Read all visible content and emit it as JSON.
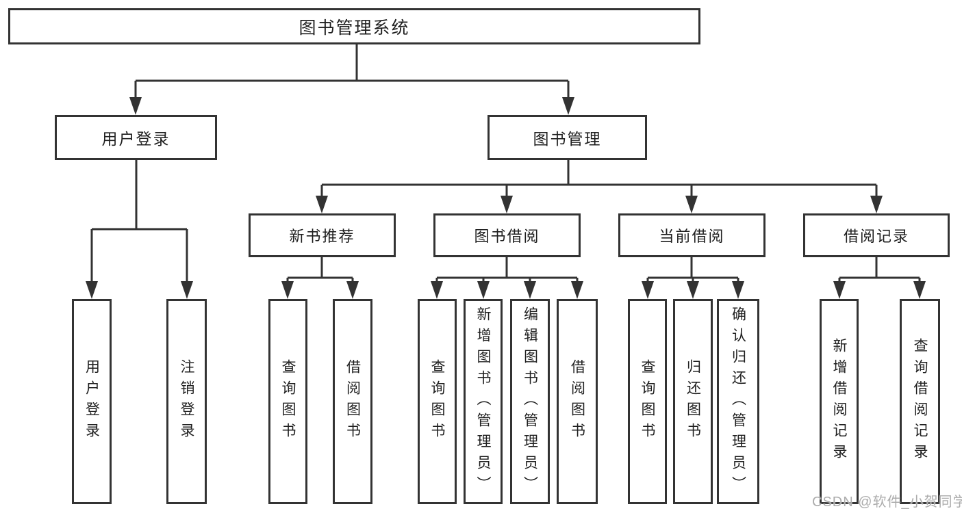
{
  "diagram": {
    "title": "图书管理系统",
    "type": "hierarchy-tree"
  },
  "nodes": {
    "root": {
      "label": "图书管理系统"
    },
    "user_login": {
      "label": "用户登录"
    },
    "book_mgmt": {
      "label": "图书管理"
    },
    "login_leaf": {
      "label": "用户登录"
    },
    "logout_leaf": {
      "label": "注销登录"
    },
    "new_book_rec": {
      "label": "新书推荐"
    },
    "book_borrow": {
      "label": "图书借阅"
    },
    "current_borrow": {
      "label": "当前借阅"
    },
    "borrow_record": {
      "label": "借阅记录"
    },
    "nbr_query": {
      "label": "查询图书"
    },
    "nbr_borrow": {
      "label": "借阅图书"
    },
    "bb_query": {
      "label": "查询图书"
    },
    "bb_add": {
      "label": "新增图书（管理员）"
    },
    "bb_edit": {
      "label": "编辑图书（管理员）"
    },
    "bb_borrow": {
      "label": "借阅图书"
    },
    "cb_query": {
      "label": "查询图书"
    },
    "cb_return": {
      "label": "归还图书"
    },
    "cb_confirm": {
      "label": "确认归还（管理员）"
    },
    "br_add": {
      "label": "新增借阅记录"
    },
    "br_query": {
      "label": "查询借阅记录"
    }
  },
  "watermark": {
    "text": "CSDN @软件_小贺同学"
  },
  "colors": {
    "line": "#333333",
    "text": "#1f1f1f",
    "watermark": "#acacac",
    "background": "#ffffff"
  }
}
